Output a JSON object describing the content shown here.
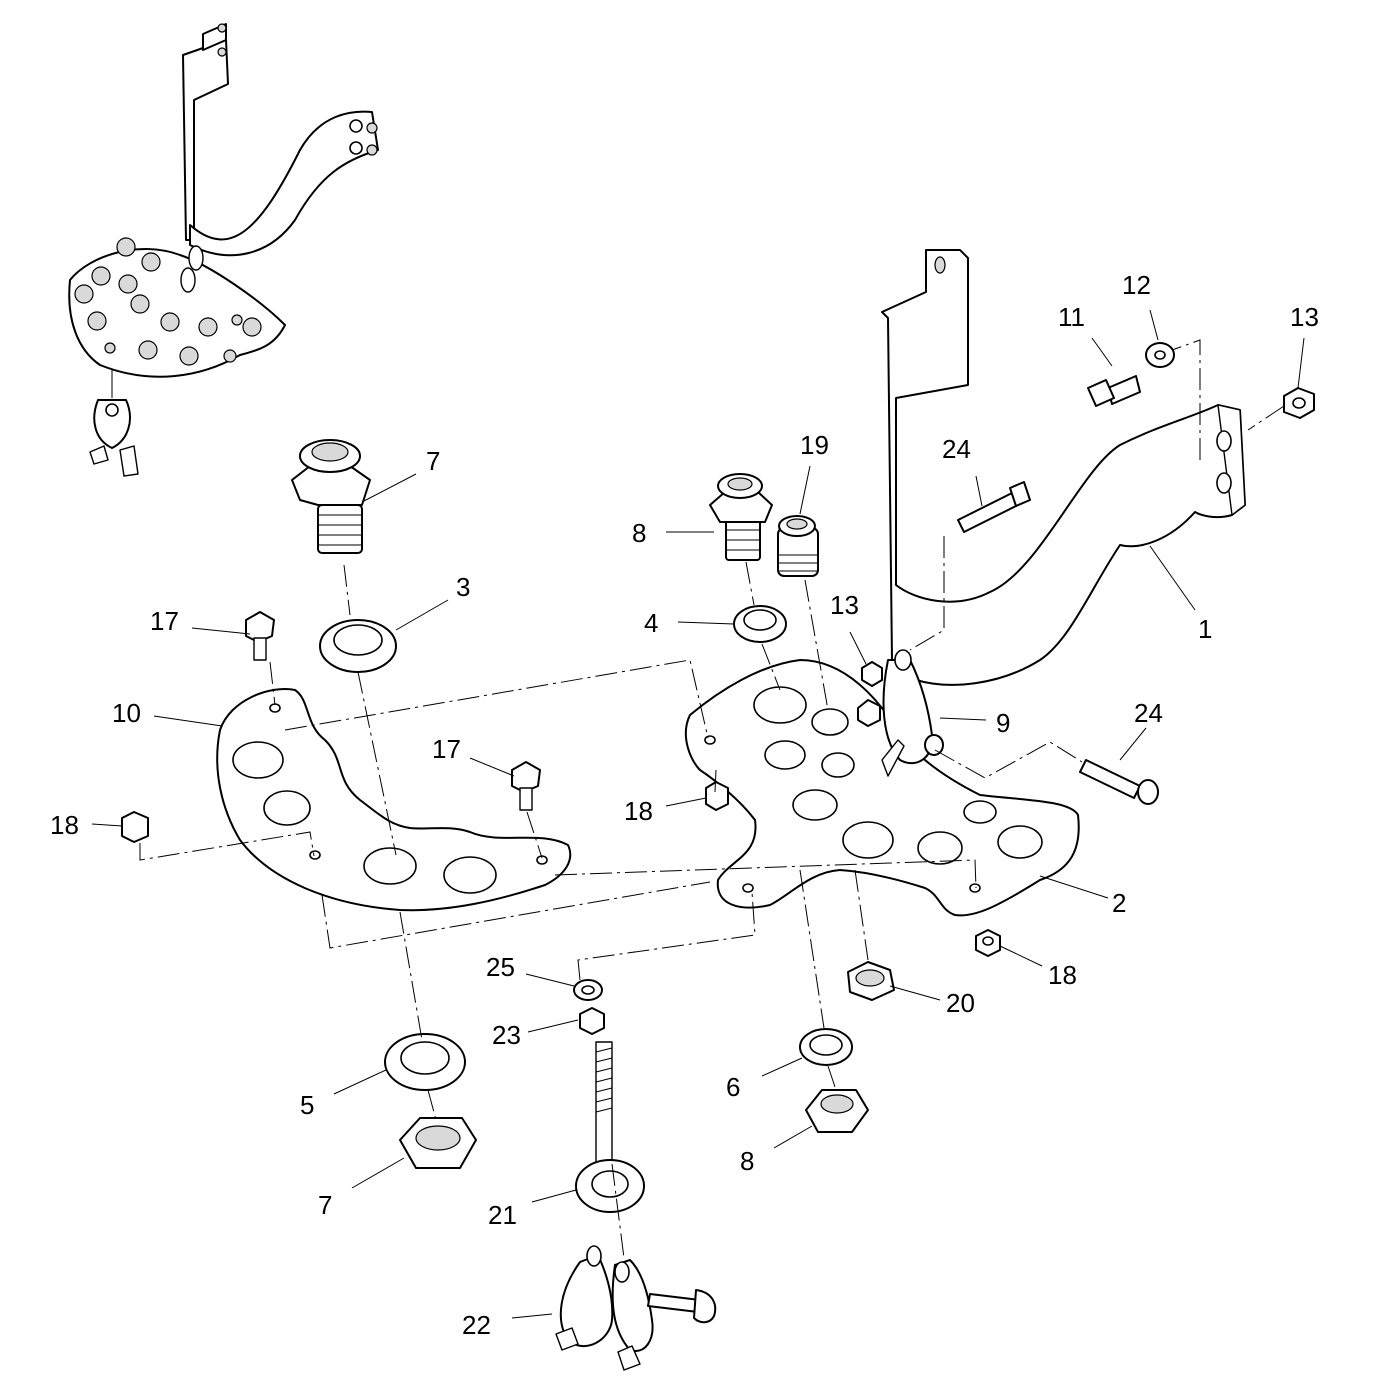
{
  "callouts": {
    "c1": "1",
    "c2": "2",
    "c3": "3",
    "c4": "4",
    "c5": "5",
    "c6": "6",
    "c7a": "7",
    "c7b": "7",
    "c8a": "8",
    "c8b": "8",
    "c9": "9",
    "c10": "10",
    "c11": "11",
    "c12": "12",
    "c13a": "13",
    "c13b": "13",
    "c17a": "17",
    "c17b": "17",
    "c18a": "18",
    "c18b": "18",
    "c18c": "18",
    "c19": "19",
    "c20": "20",
    "c21": "21",
    "c22": "22",
    "c23": "23",
    "c24a": "24",
    "c24b": "24",
    "c25": "25"
  }
}
